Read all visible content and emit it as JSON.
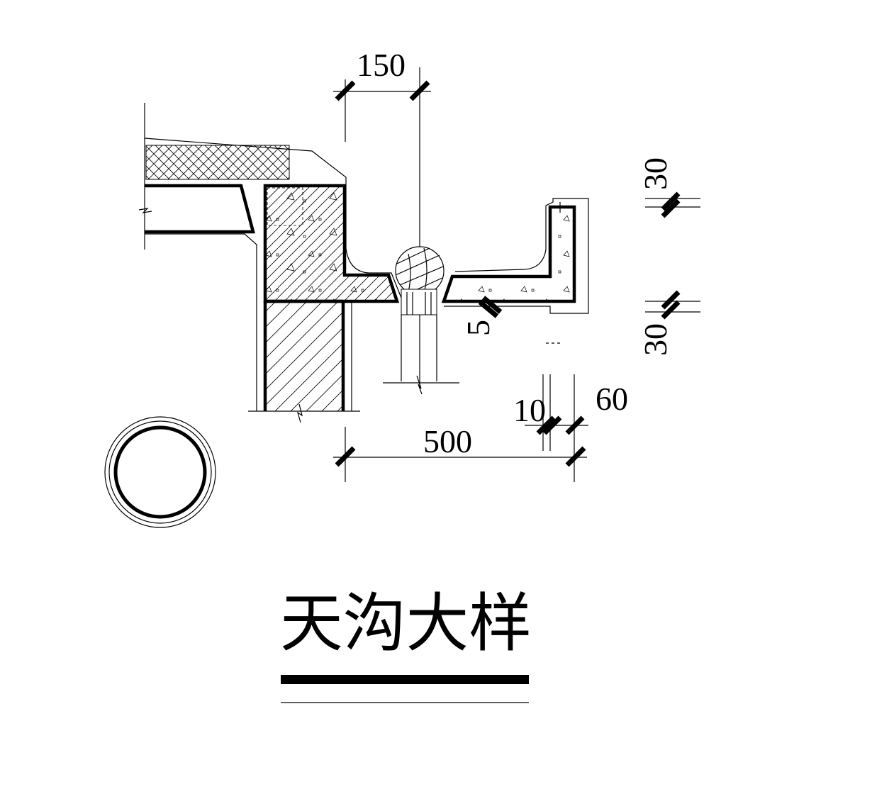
{
  "dimensions": {
    "top_width": "150",
    "top_right_upper": "30",
    "top_right_lower": "30",
    "gap": "5",
    "lip_inner": "10",
    "lip_outer": "60",
    "bottom_width": "500"
  },
  "title": "天沟大样"
}
